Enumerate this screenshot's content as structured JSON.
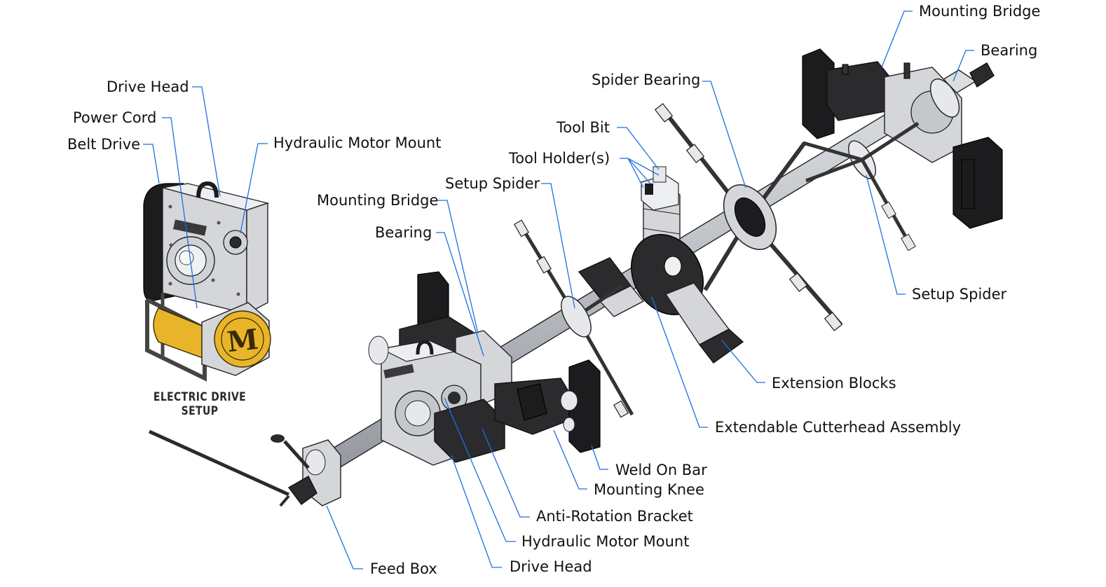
{
  "colors": {
    "leader": "#1f6fe0",
    "steel": "#d4d6da",
    "black_parts": "#2b2b2d",
    "accent_motor": "#e8b52a"
  },
  "electric_setup": {
    "caption": "ELECTRIC DRIVE SETUP",
    "labels": {
      "drive_head": "Drive Head",
      "power_cord": "Power Cord",
      "belt_drive": "Belt Drive",
      "hydraulic_motor_mount": "Hydraulic Motor Mount"
    }
  },
  "main_assembly": {
    "labels": {
      "mounting_bridge_right": "Mounting Bridge",
      "bearing_right": "Bearing",
      "spider_bearing": "Spider Bearing",
      "tool_bit": "Tool Bit",
      "tool_holders": "Tool Holder(s)",
      "setup_spider_left": "Setup Spider",
      "mounting_bridge_left": "Mounting Bridge",
      "bearing_left": "Bearing",
      "setup_spider_right": "Setup Spider",
      "extension_blocks": "Extension Blocks",
      "extendable_cutterhead": "Extendable Cutterhead Assembly",
      "weld_on_bar": "Weld On Bar",
      "mounting_knee": "Mounting Knee",
      "anti_rotation_bracket": "Anti-Rotation Bracket",
      "hydraulic_motor_mount": "Hydraulic Motor Mount",
      "feed_box": "Feed Box",
      "drive_head": "Drive Head"
    }
  }
}
